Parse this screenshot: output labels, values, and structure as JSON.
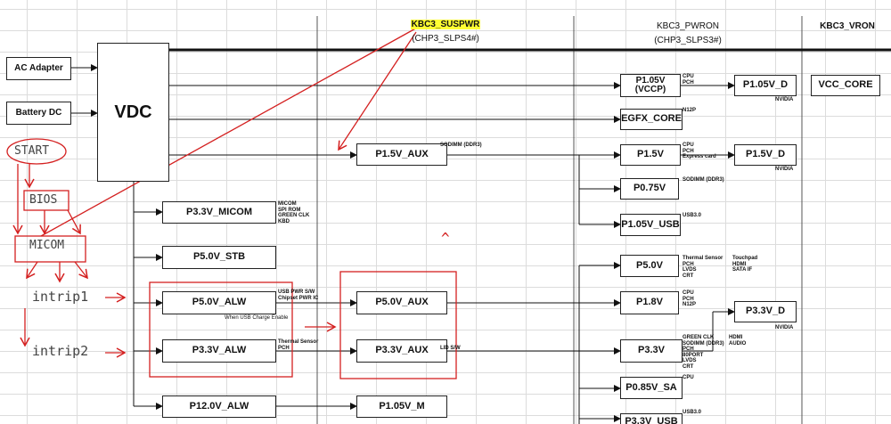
{
  "headers": {
    "suspwr": "KBC3_SUSPWR",
    "suspwr_sub": "(CHP3_SLPS4#)",
    "pwron": "KBC3_PWRON",
    "pwron_sub": "(CHP3_SLPS3#)",
    "vron": "KBC3_VRON"
  },
  "sources": {
    "ac_adapter": "AC Adapter",
    "battery_dc": "Battery DC",
    "vdc": "VDC"
  },
  "rails": {
    "p105v_vccp": "P1.05V\n(VCCP)",
    "p105v_d": "P1.05V_D",
    "vcc_core": "VCC_CORE",
    "egfx_core": "EGFX_CORE",
    "p15v_aux": "P1.5V_AUX",
    "p15v": "P1.5V",
    "p15v_d": "P1.5V_D",
    "p075v": "P0.75V",
    "p105v_usb": "P1.05V_USB",
    "p33v_micom": "P3.3V_MICOM",
    "p50v_stb": "P5.0V_STB",
    "p50v": "P5.0V",
    "p50v_alw": "P5.0V_ALW",
    "p50v_aux": "P5.0V_AUX",
    "p18v": "P1.8V",
    "p33v_d": "P3.3V_D",
    "p33v_alw": "P3.3V_ALW",
    "p33v_aux": "P3.3V_AUX",
    "p33v": "P3.3V",
    "p085v_sa": "P0.85V_SA",
    "p12v_alw": "P12.0V_ALW",
    "p105v_m": "P1.05V_M",
    "p33v_usb": "P3.3V_USB"
  },
  "notes": {
    "cpu_pch": "CPU\nPCH",
    "nvidia_1": "NVIDIA",
    "n12p": "N12P",
    "sodimm_1": "SODIMM (DDR3)",
    "cpu_pch_express": "CPU\nPCH\nExpress card",
    "nvidia_2": "NVIDIA",
    "sodimm_2": "SODIMM (DDR3)",
    "usb30_1": "USB3.0",
    "micom": "MICOM\nSPI ROM\nGREEN CLK\nKBD",
    "thermal_sensor_1": "Thermal Sensor\nPCH\nLVDS\nCRT",
    "touchpad": "Touchpad\nHDMI\nSATA IF",
    "usb_pwr": "USB PWR S/W\nChipset PWR IC",
    "usb_charge": "When USB Charge Enable",
    "cpu_pch_n12p": "CPU\nPCH\nN12P",
    "nvidia_3": "NVIDIA",
    "thermal_sensor_2": "Thermal Sensor\nPCH",
    "lid_sw": "LID S/W",
    "green_clk": "GREEN CLK\nSODIMM (DDR3)\nPCH\n80PORT\nLVDS\nCRT",
    "hdmi_audio": "HDMI\nAUDIO",
    "cpu_1": "CPU",
    "usb30_2": "USB3.0"
  },
  "annotations": {
    "start": "START",
    "bios": "BIOS",
    "micom": "MICOM",
    "intrip1": "intrip1",
    "intrip2": "intrip2",
    "caret": "^"
  },
  "colors": {
    "ink": "#111111",
    "grid": "#dcdcdc",
    "highlight": "#ffff33",
    "annotation_red": "#d42020"
  }
}
